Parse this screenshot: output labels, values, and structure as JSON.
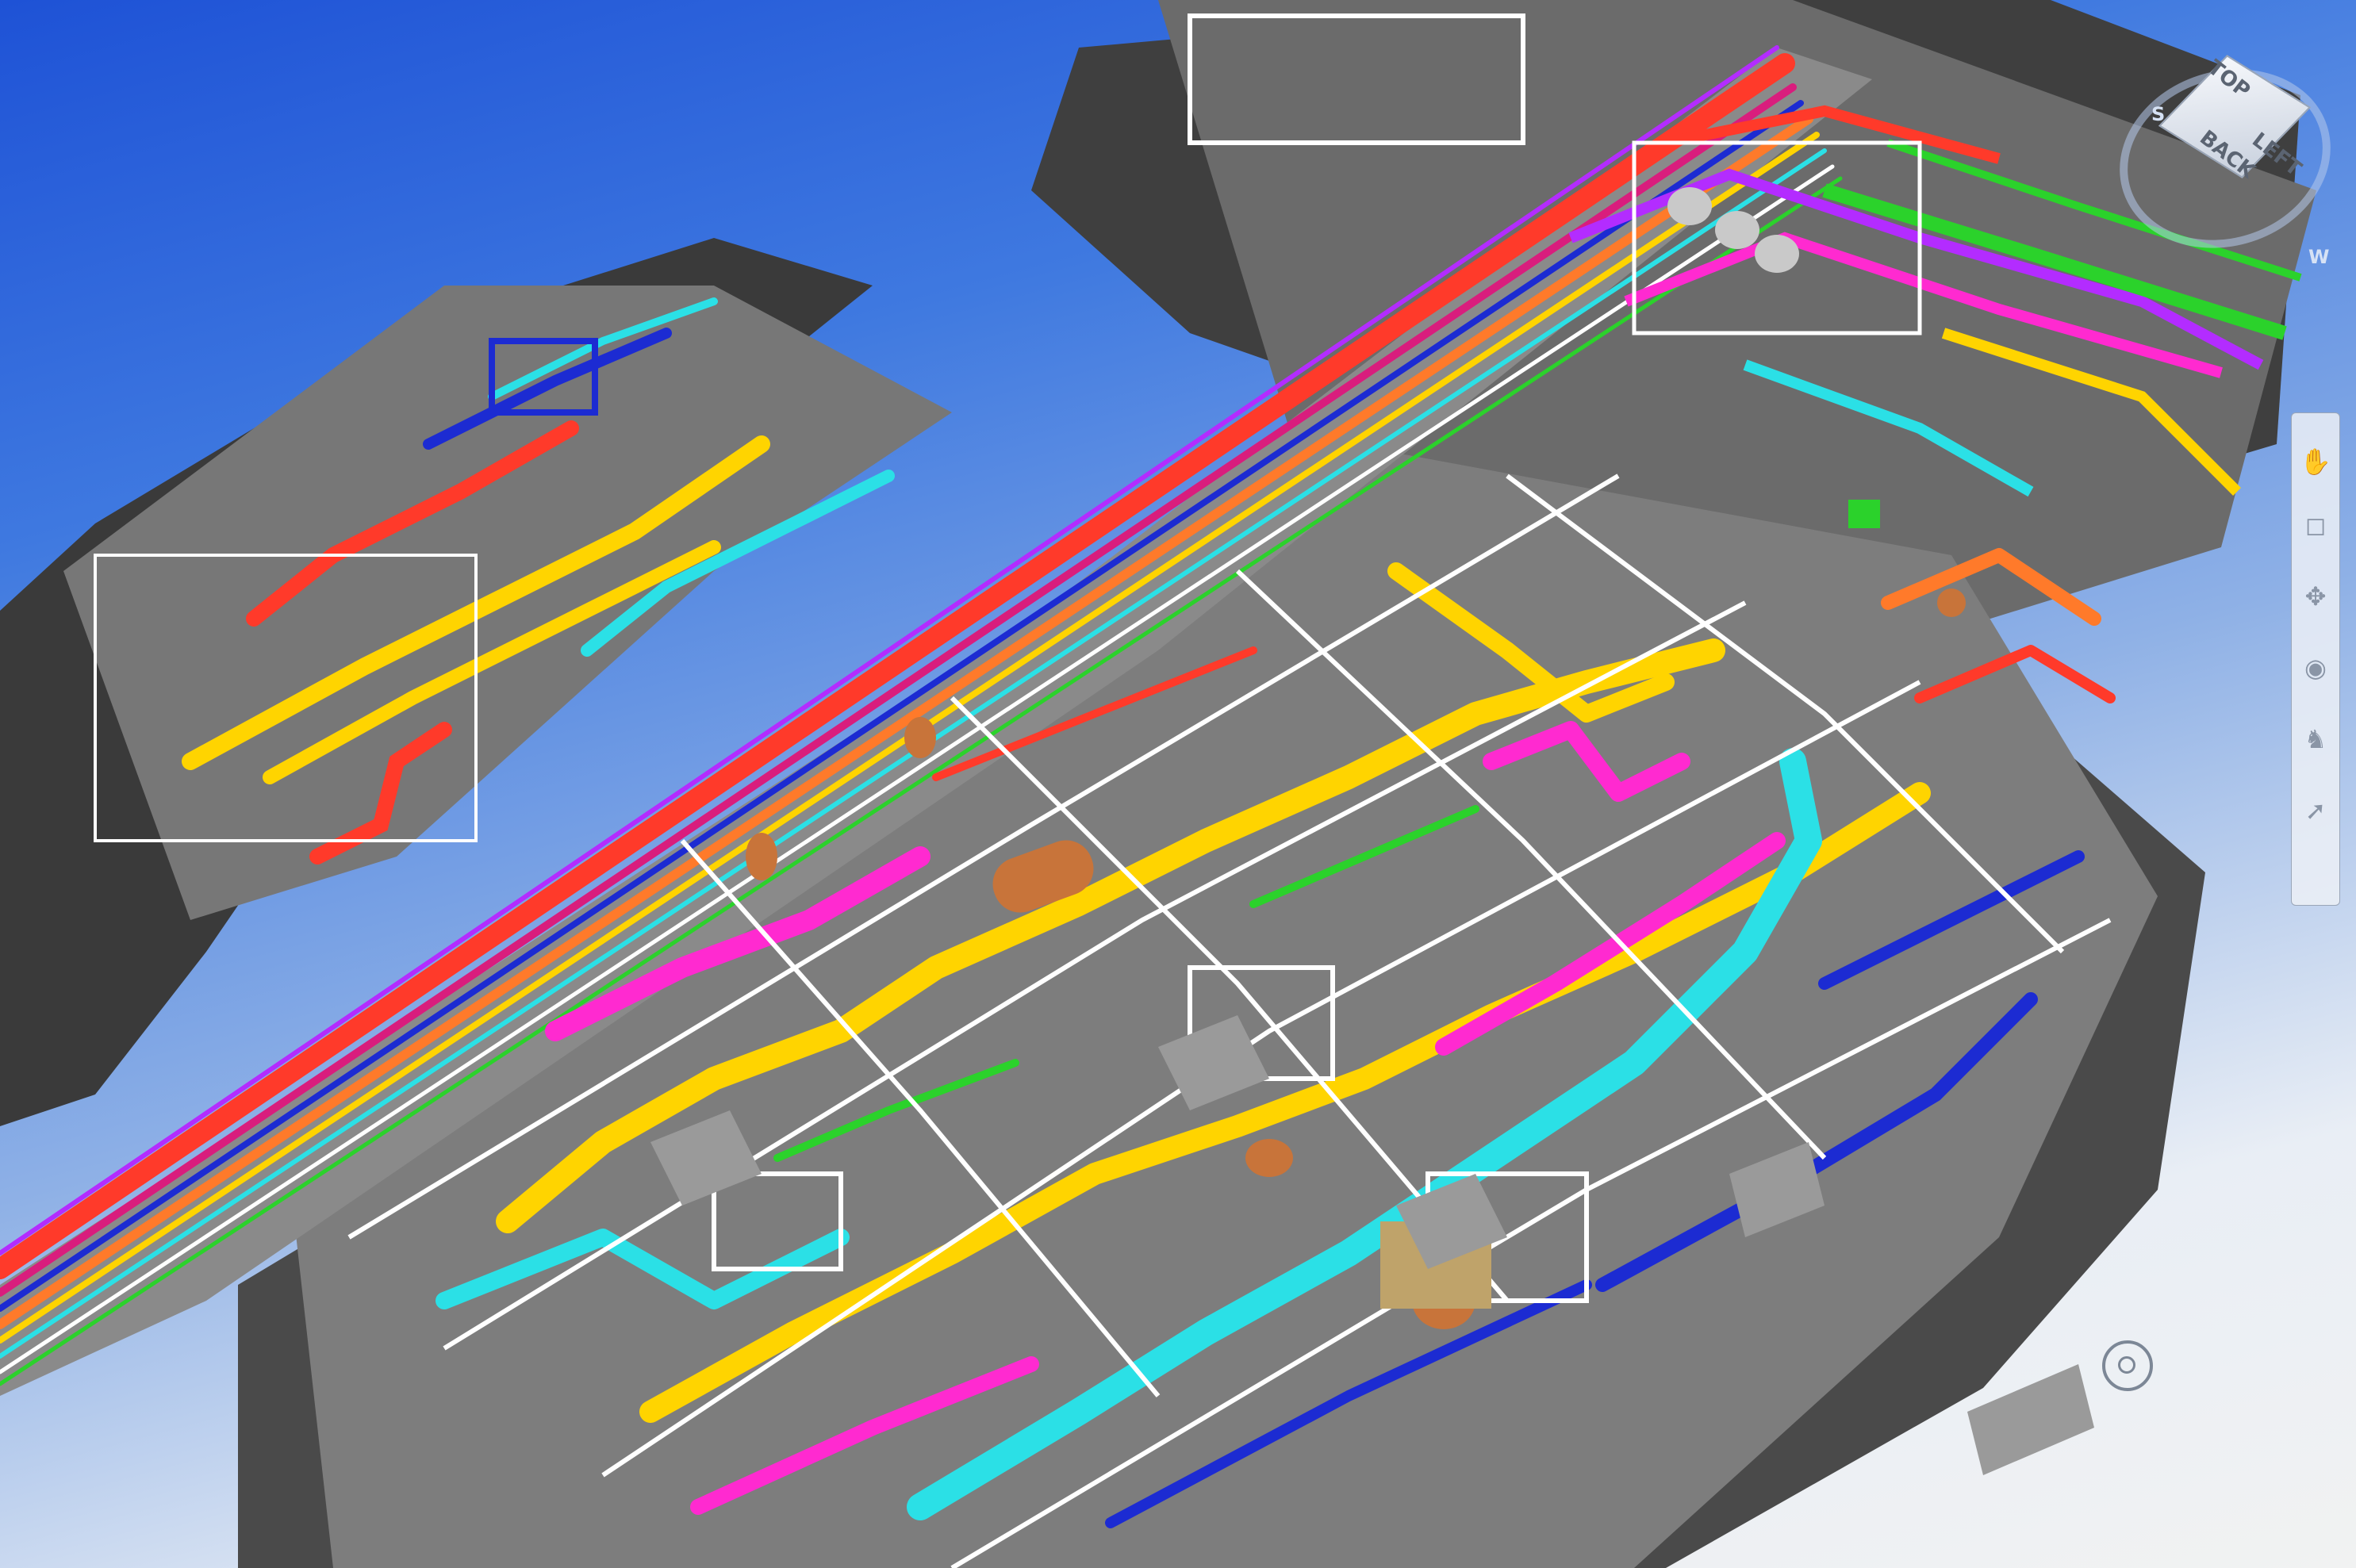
{
  "viewport": {
    "label": ""
  },
  "viewcube": {
    "faces": {
      "top": "TOP",
      "back": "BACK",
      "left": "LEFT"
    },
    "compass": {
      "south": "S",
      "west": "W"
    }
  },
  "navbar": {
    "tools": [
      {
        "name": "pan-icon"
      },
      {
        "name": "zoom-window-icon"
      },
      {
        "name": "orbit-icon"
      },
      {
        "name": "look-icon"
      },
      {
        "name": "walk-icon"
      },
      {
        "name": "select-icon"
      }
    ]
  }
}
